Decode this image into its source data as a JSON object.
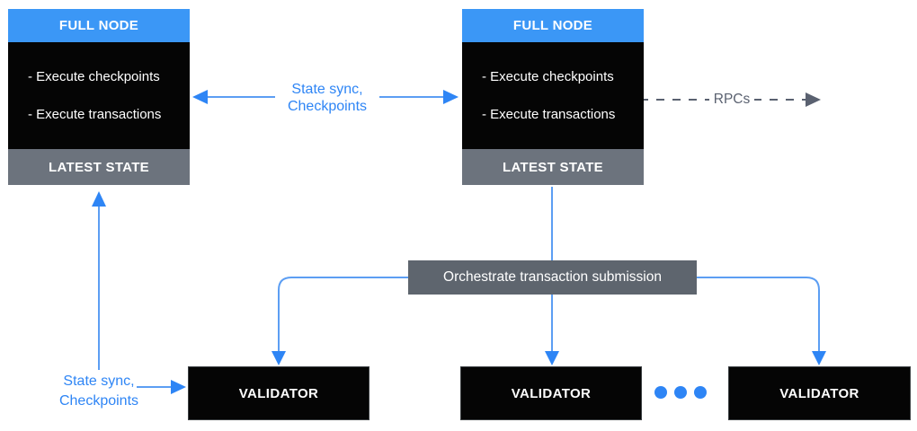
{
  "diagram": {
    "colors": {
      "node_header_blue": "#3B97F6",
      "node_body_black": "#050505",
      "node_footer_gray": "#6C737D",
      "orchestrator_gray": "#5E656E",
      "connector_line_blue": "#5C9EF3",
      "arrowhead_blue": "#2E85F5",
      "label_blue": "#2E85F5",
      "rpc_gray": "#5A6170",
      "text_white": "#FFFFFF",
      "background": "#FFFFFF"
    },
    "full_nodes": [
      {
        "title": "FULL NODE",
        "items": [
          "- Execute checkpoints",
          "- Execute transactions"
        ],
        "footer": "LATEST STATE"
      },
      {
        "title": "FULL NODE",
        "items": [
          "- Execute checkpoints",
          "- Execute transactions"
        ],
        "footer": "LATEST STATE"
      }
    ],
    "orchestrator": {
      "label": "Orchestrate transaction submission"
    },
    "validators": [
      {
        "label": "VALIDATOR"
      },
      {
        "label": "VALIDATOR"
      },
      {
        "label": "VALIDATOR"
      }
    ],
    "labels": {
      "state_sync_top": {
        "line1": "State sync,",
        "line2": "Checkpoints"
      },
      "rpcs": "RPCs",
      "state_sync_bottom": {
        "line1": "State sync,",
        "line2": "Checkpoints"
      }
    }
  }
}
